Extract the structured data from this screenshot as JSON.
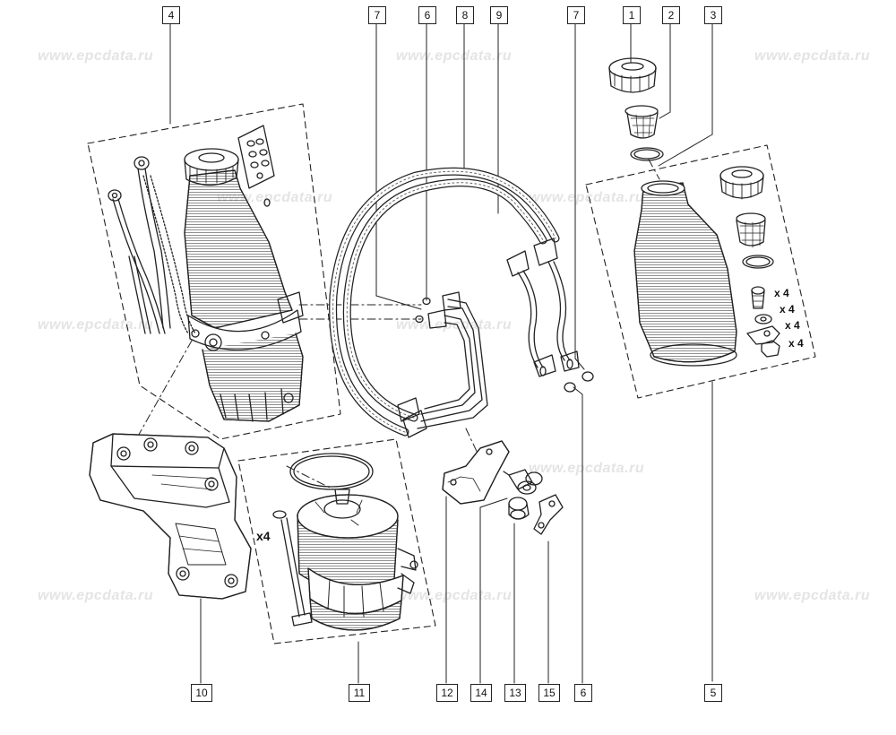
{
  "watermark": "www.epcdata.ru",
  "callouts": {
    "c1": "1",
    "c2": "2",
    "c3": "3",
    "c4": "4",
    "c5": "5",
    "c6_top": "6",
    "c6_bottom": "6",
    "c7_left": "7",
    "c7_right": "7",
    "c8": "8",
    "c9": "9",
    "c10": "10",
    "c11": "11",
    "c12": "12",
    "c13": "13",
    "c14": "14",
    "c15": "15"
  },
  "quantities": {
    "screws": "x 4",
    "washers": "x 4",
    "clips": "x 4",
    "nuts": "x 4",
    "studs": "x4"
  },
  "colors": {
    "line": "#222222",
    "watermark": "#e4e4e4",
    "background": "#ffffff"
  }
}
